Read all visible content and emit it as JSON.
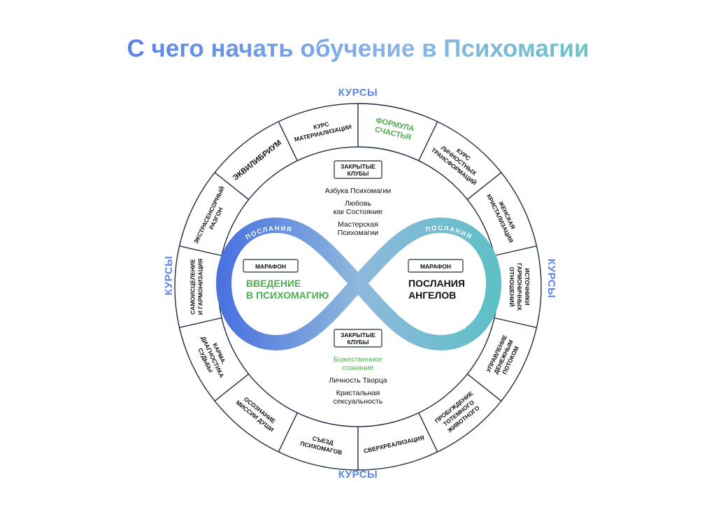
{
  "title": "С чего начать обучение в Психомагии",
  "courses_label": "КУРСЫ",
  "ring_segments": [
    {
      "id": "kurs-materializacii",
      "lines": [
        "КУРС",
        "МАТЕРИАЛИЗАЦИИ"
      ],
      "color": "#111111"
    },
    {
      "id": "formula-schastya",
      "lines": [
        "ФОРМУЛА",
        "СЧАСТЬЯ"
      ],
      "color": "#4caf50"
    },
    {
      "id": "kurs-lichnostnyh",
      "lines": [
        "КУРС",
        "ЛИЧНОСТНЫХ",
        "ТРАНСФОРМАЦИЙ"
      ],
      "color": "#111111"
    },
    {
      "id": "zhenskaya-kristalizaciya",
      "lines": [
        "ЖЕНСКАЯ",
        "КРИСТАЛИЗАЦИЯ"
      ],
      "color": "#111111"
    },
    {
      "id": "istochniki-garmonichnyh",
      "lines": [
        "ИСТОЧНИКИ",
        "ГАРМОНИЧНЫХ",
        "ОТНОШЕНИЙ"
      ],
      "color": "#111111"
    },
    {
      "id": "upravlenie-denezhnym",
      "lines": [
        "УПРАВЛЕНИЕ",
        "ДЕНЕЖНЫМ",
        "ПОТОКОМ"
      ],
      "color": "#111111"
    },
    {
      "id": "probuzhdenie-totemnogo",
      "lines": [
        "ПРОБУЖДЕНИЕ",
        "ТОТЕМНОГО",
        "ЖИВОТНОГО"
      ],
      "color": "#111111"
    },
    {
      "id": "sverhrealizaciya",
      "lines": [
        "СВЕРХРЕАЛИЗАЦИЯ"
      ],
      "color": "#111111"
    },
    {
      "id": "sezd-psihomagov",
      "lines": [
        "СЪЕЗД",
        "ПСИХОМАГОВ"
      ],
      "color": "#111111"
    },
    {
      "id": "osoznanie-missii",
      "lines": [
        "ОСОЗНАНИЕ",
        "МИССИИ ДУШИ"
      ],
      "color": "#111111"
    },
    {
      "id": "karma-diagnostika",
      "lines": [
        "КАРМА.",
        "ДИАГНОСТИКА",
        "СУДЬБЫ"
      ],
      "color": "#111111"
    },
    {
      "id": "samoiscelenie",
      "lines": [
        "САМОИСЦЕЛЕНИЕ",
        "И ГАРМОНИЗАЦИЯ"
      ],
      "color": "#111111"
    },
    {
      "id": "ekstrasensornyi-razgon",
      "lines": [
        "ЭКСТРАСЕНСОРНЫЙ",
        "РАЗГОН"
      ],
      "color": "#111111"
    },
    {
      "id": "ekvilibrium",
      "lines": [
        "ЭКВИЛИБРИУМ"
      ],
      "color": "#111111"
    }
  ],
  "top_clubs": {
    "badge": [
      "ЗАКРЫТЫЕ",
      "КЛУБЫ"
    ],
    "items": [
      {
        "lines": [
          "Азбука Психомагии"
        ],
        "highlight": false
      },
      {
        "lines": [
          "Любовь",
          "как Состояние"
        ],
        "highlight": false
      },
      {
        "lines": [
          "Мастерская",
          "Психомагии"
        ],
        "highlight": false
      }
    ]
  },
  "bottom_clubs": {
    "badge": [
      "ЗАКРЫТЫЕ",
      "КЛУБЫ"
    ],
    "items": [
      {
        "lines": [
          "Божественное",
          "сознание"
        ],
        "highlight": true
      },
      {
        "lines": [
          "Личность Творца"
        ],
        "highlight": false
      },
      {
        "lines": [
          "Кристальная",
          "сексуальность"
        ],
        "highlight": false
      }
    ]
  },
  "band_label": "ПОСЛАНИЯ",
  "marathon_left": {
    "badge": "МАРАФОН",
    "title": [
      "ВВЕДЕНИЕ",
      "В ПСИХОМАГИЮ"
    ],
    "color": "#4caf50"
  },
  "marathon_right": {
    "badge": "МАРАФОН",
    "title": [
      "ПОСЛАНИЯ",
      "АНГЕЛОВ"
    ],
    "color": "#111111"
  },
  "colors": {
    "blue": "#5b86e5",
    "teal": "#6dc1cc",
    "green": "#4caf50",
    "ring_stroke": "#1f2a44"
  }
}
